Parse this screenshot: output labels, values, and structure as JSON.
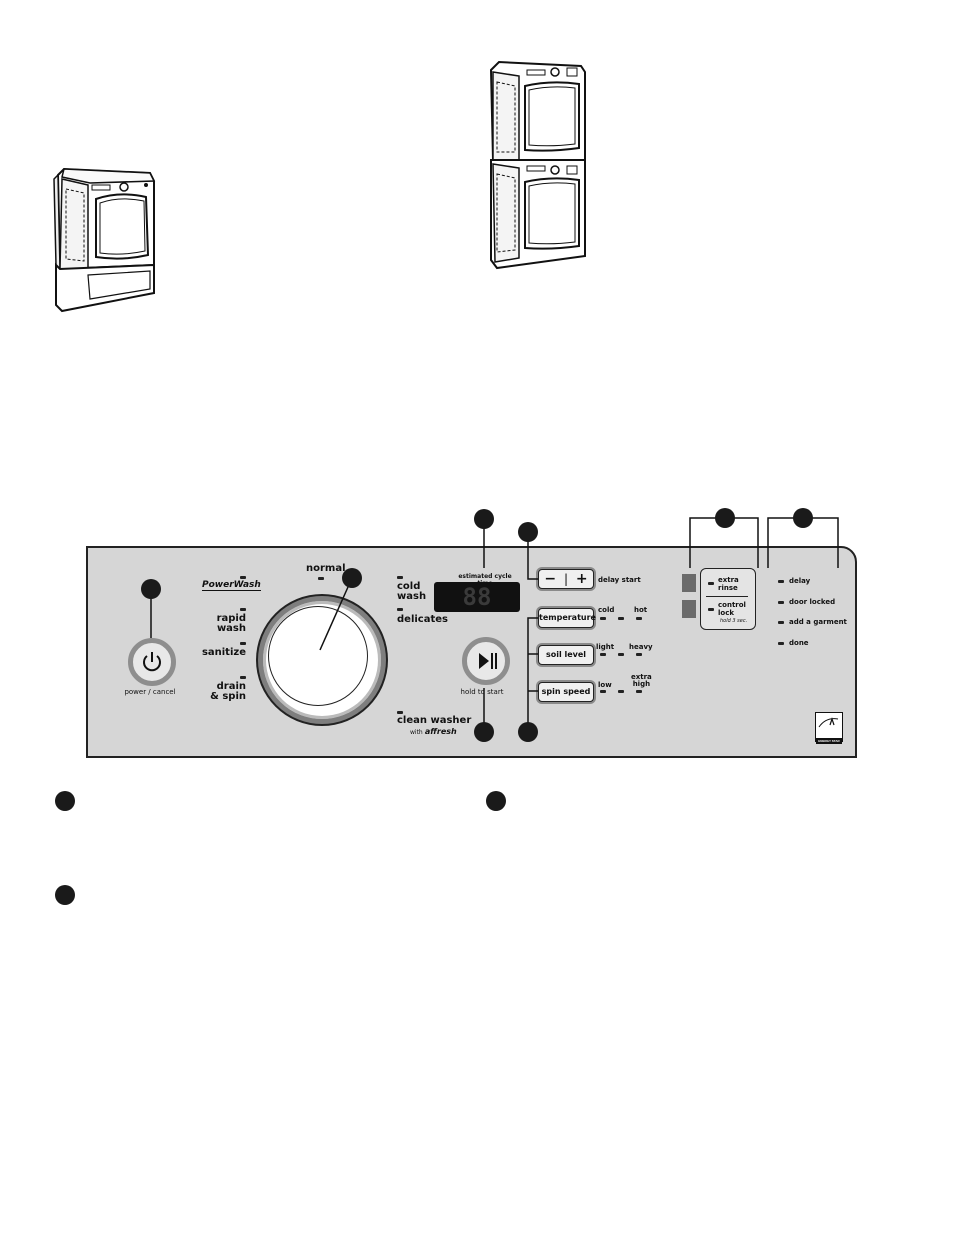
{
  "brand": {
    "powerwash": "PowerWash",
    "affresh": "affresh"
  },
  "panel": {
    "power_label": "power / cancel",
    "cycles_left": [
      "rapid\nwash",
      "sanitize",
      "drain\n& spin"
    ],
    "cycle_normal": "normal",
    "cycles_right": [
      "cold\nwash",
      "delicates"
    ],
    "clean_washer": "clean washer",
    "clean_washer_with": "with",
    "display_title": "estimated cycle time",
    "display_digits": "88",
    "start_label": "hold to start",
    "delay_minus": "−",
    "delay_plus": "+",
    "delay_label": "delay start",
    "options": [
      {
        "button": "temperature",
        "low": "cold",
        "high": "hot"
      },
      {
        "button": "soil level",
        "low": "light",
        "high": "heavy"
      },
      {
        "button": "spin speed",
        "low": "low",
        "high": "extra\nhigh"
      }
    ],
    "extra_rinse": "extra\nrinse",
    "control_lock": "control\nlock",
    "control_lock_hint": "hold 3 sec.",
    "status": [
      "delay",
      "door locked",
      "add a garment",
      "done"
    ],
    "energy_star": "ENERGY STAR"
  },
  "colors": {
    "panel": "#d6d6d6",
    "ring": "#8e8e8e",
    "dark": "#1a1a1a",
    "status_square": "#6b6b6b"
  },
  "icons": {
    "power": "power-icon",
    "play_pause": "play-pause-icon",
    "energy": "energy-star-icon"
  }
}
